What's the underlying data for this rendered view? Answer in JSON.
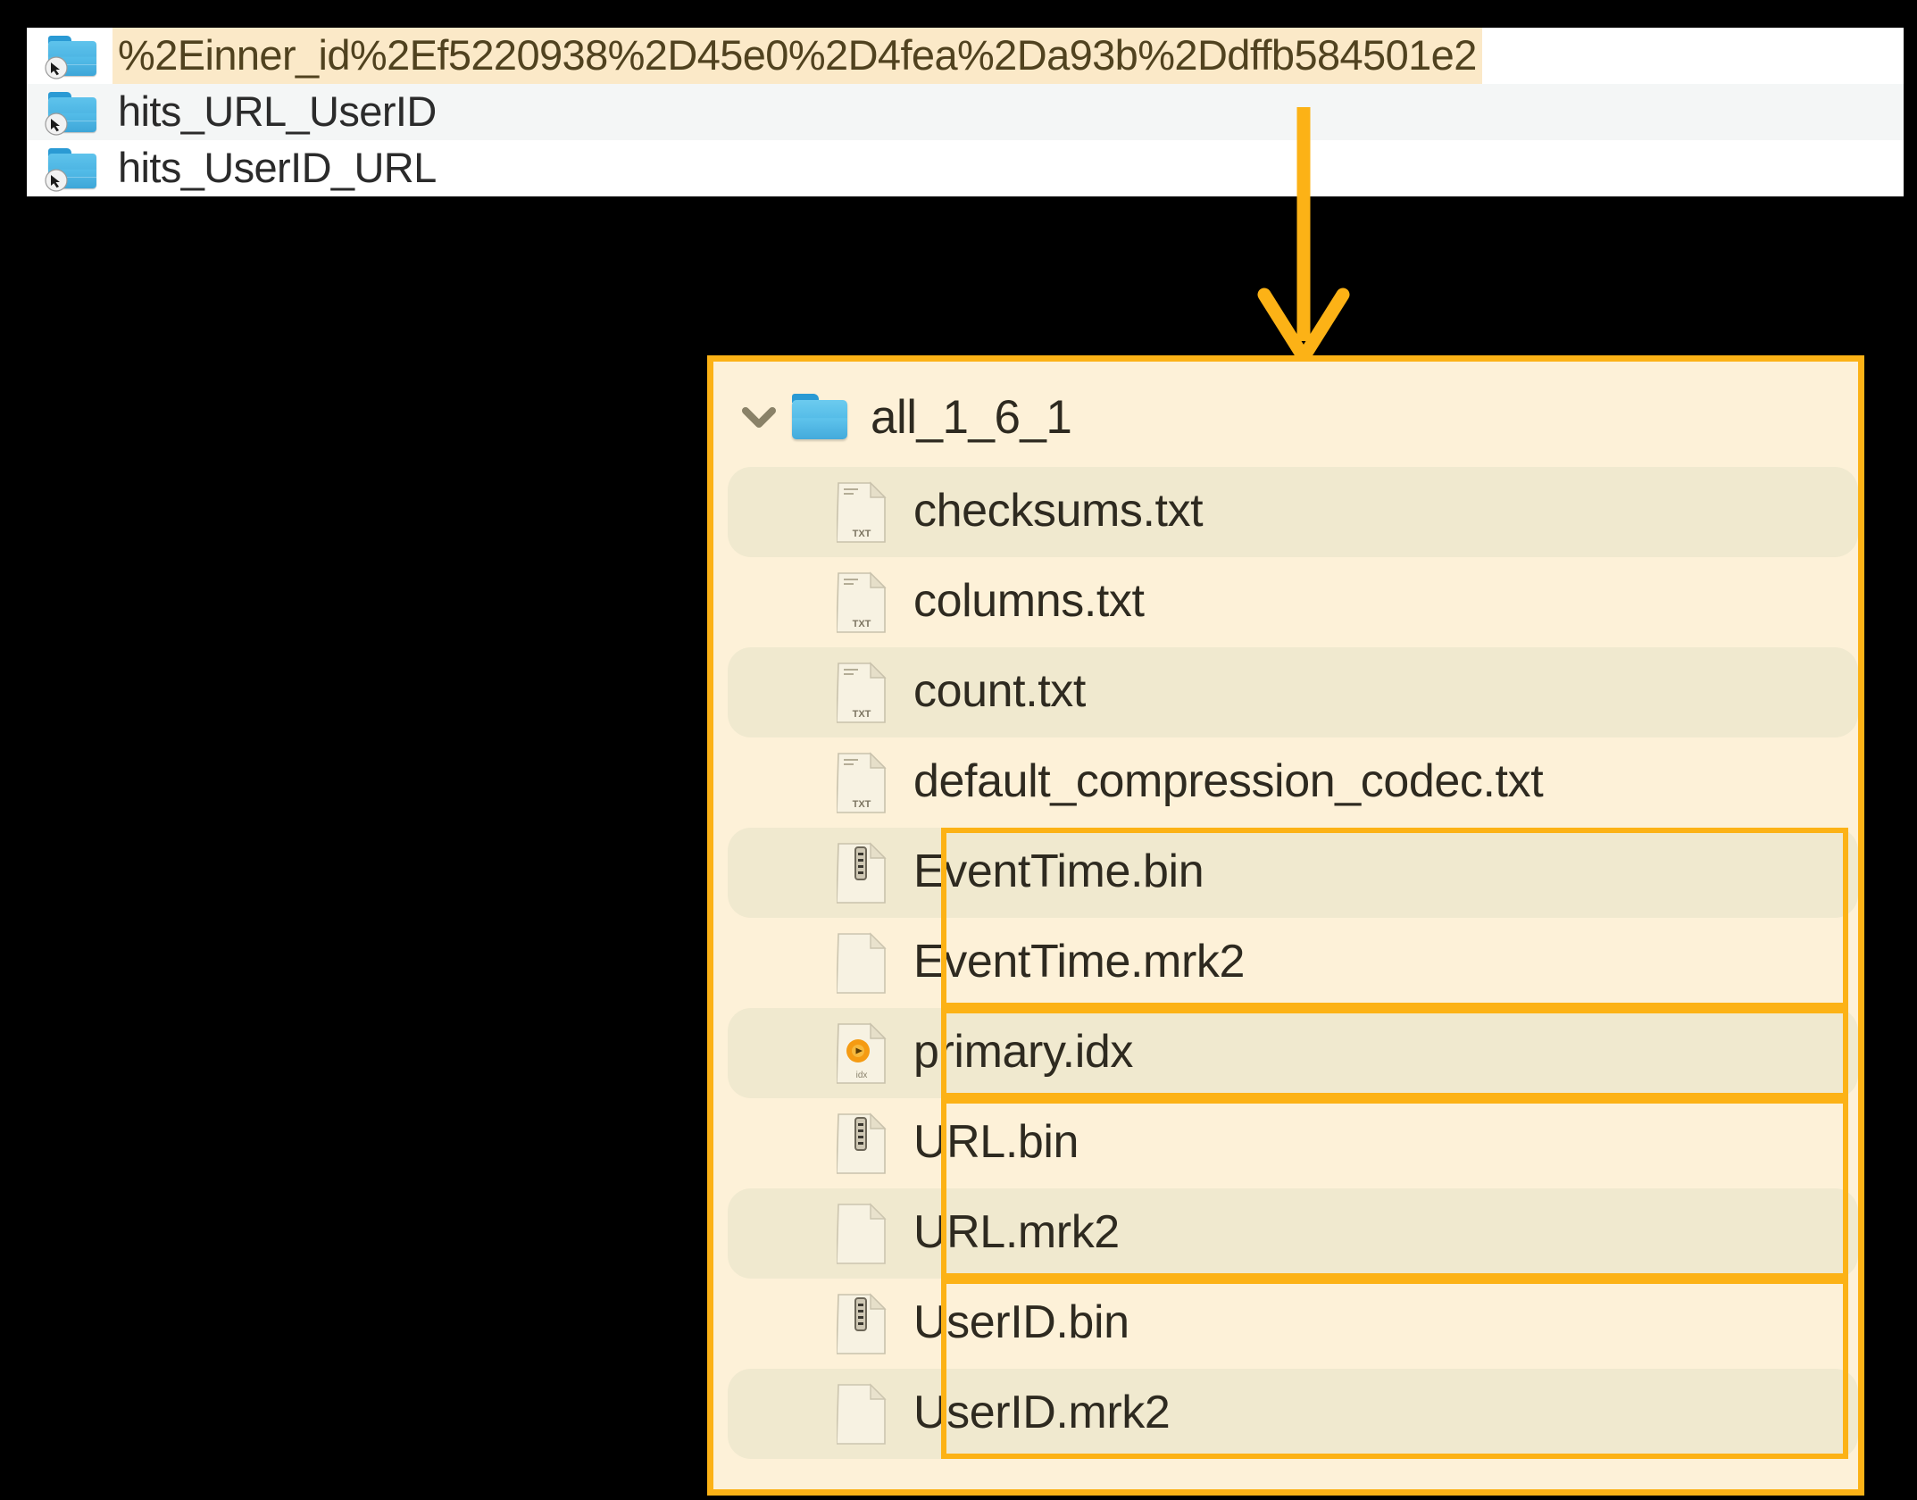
{
  "top_list": {
    "rows": [
      {
        "label": "%2Einner_id%2Ef5220938%2D45e0%2D4fea%2Da93b%2Ddffb584501e2",
        "icon": "folder-symlink-icon",
        "highlighted": true,
        "striped": false
      },
      {
        "label": "hits_URL_UserID",
        "icon": "folder-symlink-icon",
        "highlighted": false,
        "striped": true
      },
      {
        "label": "hits_UserID_URL",
        "icon": "folder-symlink-icon",
        "highlighted": false,
        "striped": false
      }
    ]
  },
  "annotation": {
    "arrow_color": "#fcb216",
    "arrow_name": "down-arrow-annotation"
  },
  "panel": {
    "border_color": "#fcb216",
    "background": "#fdf1d8",
    "stripe_color": "#f0e9cf",
    "header": {
      "chevron": "chevron-down-icon",
      "folder_icon": "folder-icon",
      "label": "all_1_6_1",
      "expanded": true
    },
    "files": [
      {
        "name": "checksums.txt",
        "icon": "txt-file-icon",
        "striped": true,
        "highlighted": false
      },
      {
        "name": "columns.txt",
        "icon": "txt-file-icon",
        "striped": false,
        "highlighted": false
      },
      {
        "name": "count.txt",
        "icon": "txt-file-icon",
        "striped": true,
        "highlighted": false
      },
      {
        "name": "default_compression_codec.txt",
        "icon": "txt-file-icon",
        "striped": false,
        "highlighted": false
      },
      {
        "name": "EventTime.bin",
        "icon": "bin-file-icon",
        "striped": true,
        "highlighted": true
      },
      {
        "name": "EventTime.mrk2",
        "icon": "blank-file-icon",
        "striped": false,
        "highlighted": true
      },
      {
        "name": "primary.idx",
        "icon": "idx-file-icon",
        "striped": true,
        "highlighted": true
      },
      {
        "name": "URL.bin",
        "icon": "bin-file-icon",
        "striped": false,
        "highlighted": true
      },
      {
        "name": "URL.mrk2",
        "icon": "blank-file-icon",
        "striped": true,
        "highlighted": true
      },
      {
        "name": "UserID.bin",
        "icon": "bin-file-icon",
        "striped": false,
        "highlighted": true
      },
      {
        "name": "UserID.mrk2",
        "icon": "blank-file-icon",
        "striped": true,
        "highlighted": true
      }
    ],
    "highlight_groups": [
      {
        "name": "eventtime-group",
        "start": 4,
        "end": 5,
        "label": "EventTime.bin / EventTime.mrk2"
      },
      {
        "name": "primary-idx-group",
        "start": 6,
        "end": 6,
        "label": "primary.idx"
      },
      {
        "name": "url-group",
        "start": 7,
        "end": 8,
        "label": "URL.bin / URL.mrk2"
      },
      {
        "name": "userid-group",
        "start": 9,
        "end": 10,
        "label": "UserID.bin / UserID.mrk2"
      }
    ],
    "icon_labels": {
      "txt": "TXT",
      "idx": "idx"
    }
  }
}
